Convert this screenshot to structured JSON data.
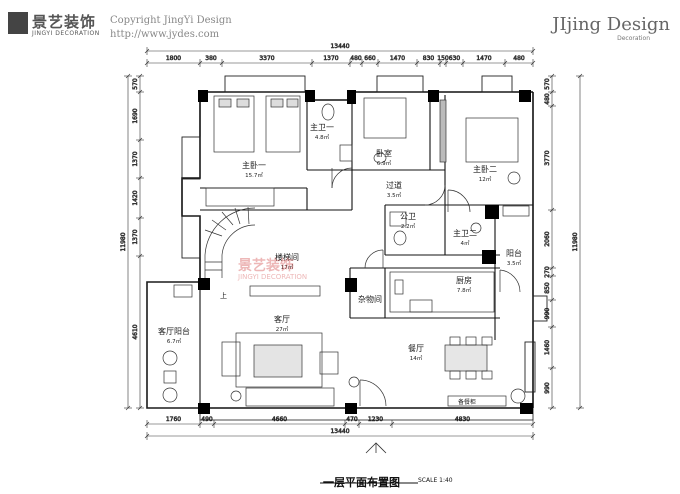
{
  "header": {
    "logo_cn": "景艺装饰",
    "logo_en": "JINGYI DECORATION",
    "copyright": "Copyright JingYi Design",
    "website": "http://www.jydes.com",
    "brand": "JIjing Design",
    "brand_sub": "Decoration"
  },
  "watermark": {
    "cn": "景艺装饰",
    "en": "JINGYI DECORATION"
  },
  "title": "一层平面布置图",
  "scale": "SCALE 1:40",
  "dims": {
    "top_total": "13440",
    "top": [
      "1800",
      "380",
      "3370",
      "1370",
      "480",
      "660",
      "1470",
      "830",
      "150",
      "630",
      "1470",
      "480"
    ],
    "bottom_total": "13440",
    "bottom": [
      "1760",
      "490",
      "4660",
      "470",
      "1230",
      "4830"
    ],
    "left_total": "11980",
    "left": [
      "570",
      "1690",
      "1370",
      "1420",
      "1370",
      "4610"
    ],
    "right_total": "11980",
    "right": [
      "570",
      "480",
      "3770",
      "2060",
      "270",
      "850",
      "990",
      "1460",
      "990"
    ]
  },
  "rooms": [
    {
      "name": "主卧一",
      "area": "15.7㎡"
    },
    {
      "name": "主卫一",
      "area": "4.8㎡"
    },
    {
      "name": "卧室",
      "area": "6.9㎡"
    },
    {
      "name": "主卧二",
      "area": "12㎡"
    },
    {
      "name": "过道",
      "area": "3.5㎡"
    },
    {
      "name": "公卫",
      "area": "2.2㎡"
    },
    {
      "name": "主卫二",
      "area": "4㎡"
    },
    {
      "name": "阳台",
      "area": "3.5㎡"
    },
    {
      "name": "楼梯间",
      "area": "17㎡"
    },
    {
      "name": "厨房",
      "area": "7.8㎡"
    },
    {
      "name": "杂物间",
      "area": ""
    },
    {
      "name": "客厅阳台",
      "area": "6.7㎡"
    },
    {
      "name": "客厅",
      "area": "27㎡"
    },
    {
      "name": "餐厅",
      "area": "14㎡"
    }
  ],
  "labels": {
    "stair_up": "上",
    "cabinet": "备餐柜"
  }
}
